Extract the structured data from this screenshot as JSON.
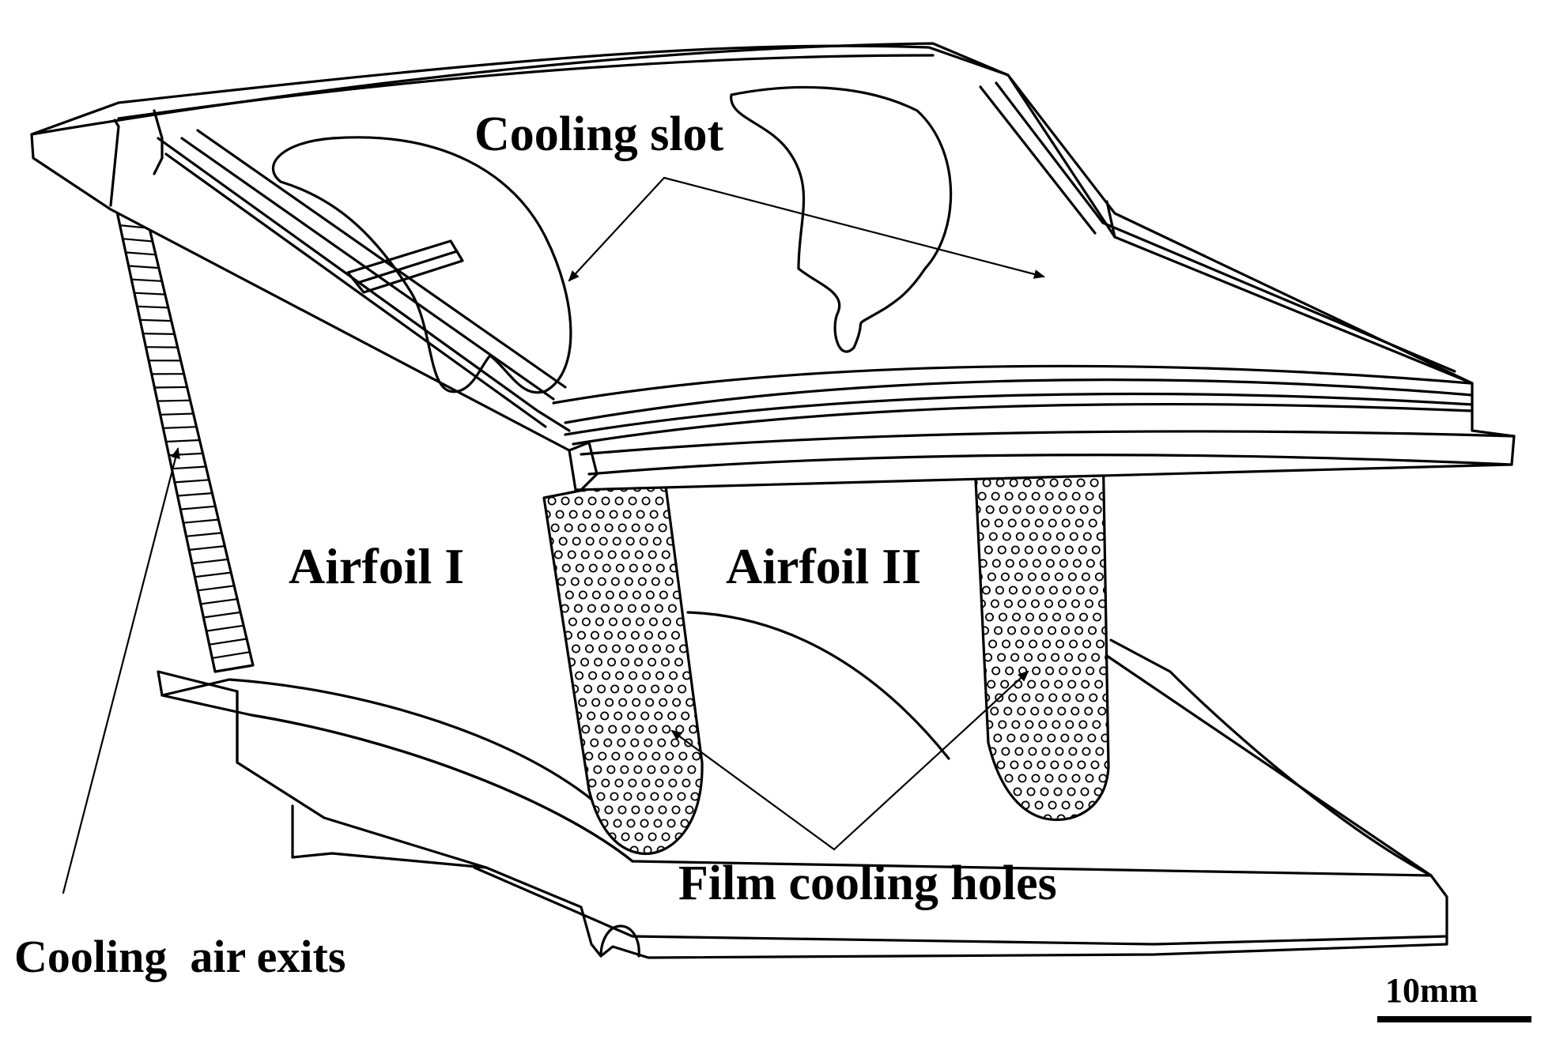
{
  "labels": {
    "cooling_slot": "Cooling slot",
    "airfoil_1": "Airfoil I",
    "airfoil_2": "Airfoil II",
    "film_cooling_holes": "Film cooling holes",
    "cooling_air_exits": "Cooling  air exits",
    "scale_bar": "10mm"
  }
}
